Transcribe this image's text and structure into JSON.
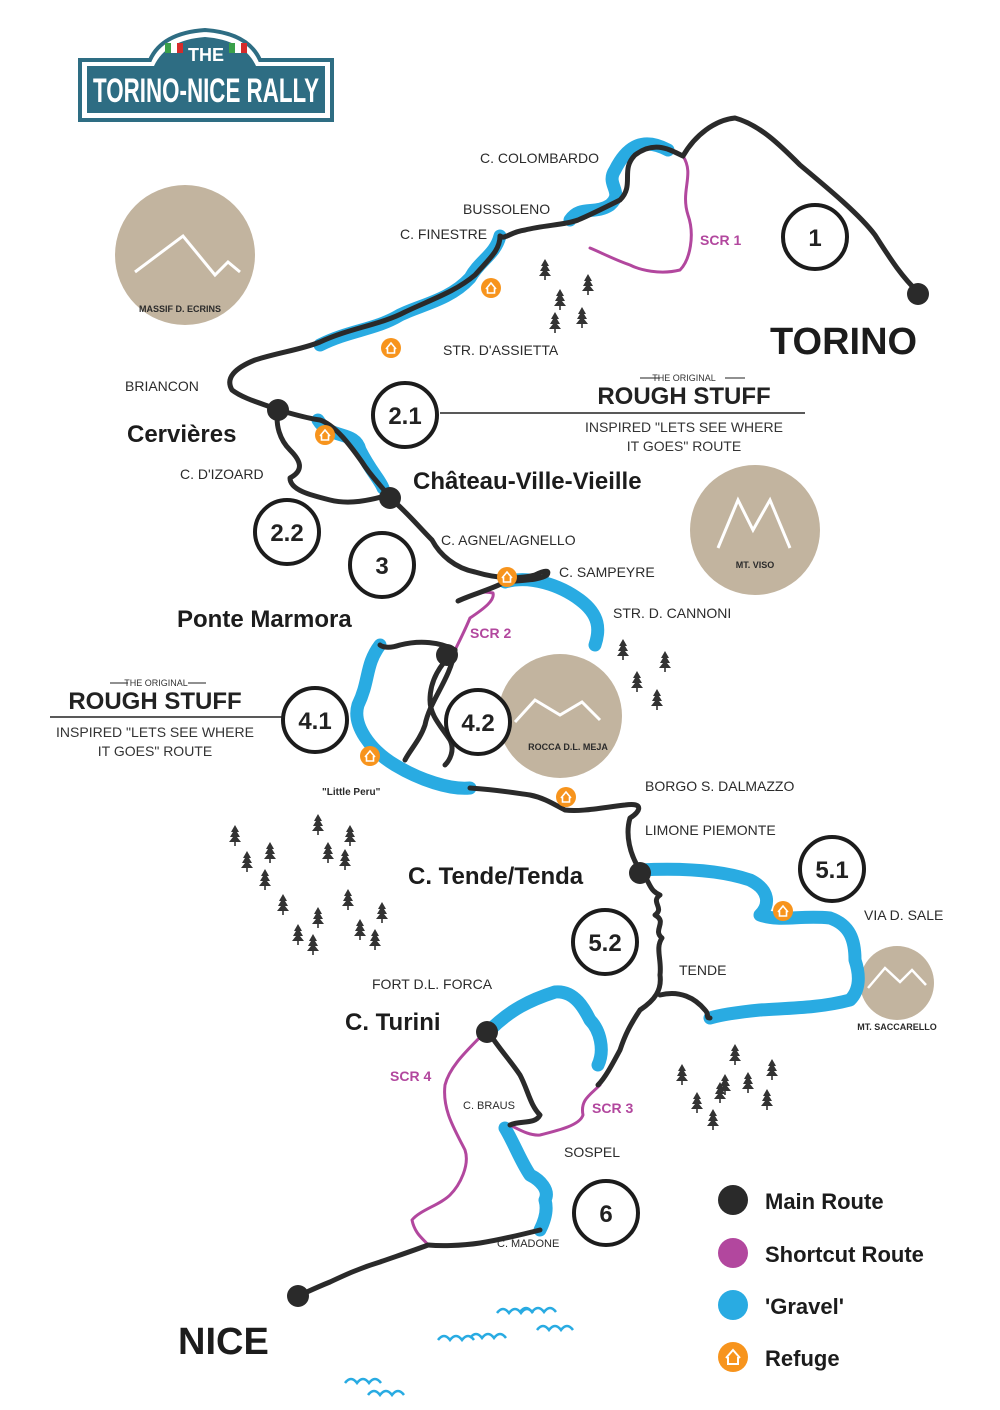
{
  "logo": {
    "line1": "THE",
    "line2": "TORINO-NICE RALLY",
    "color": "#2e6d83"
  },
  "colors": {
    "main": "#2a2a2a",
    "shortcut": "#b2479e",
    "gravel": "#29abe2",
    "refuge": "#f7941d",
    "mountain": "#c2b49f",
    "tree": "#333333",
    "sea": "#29abe2"
  },
  "cities": {
    "torino": "TORINO",
    "nice": "NICE"
  },
  "towns": {
    "cervieres": "Cervières",
    "chateau": "Château-Ville-Vieille",
    "ponte": "Ponte Marmora",
    "tende_pass": "C. Tende/Tenda",
    "turini": "C. Turini"
  },
  "places": {
    "colombardo": "C. COLOMBARDO",
    "bussoleno": "BUSSOLENO",
    "finestre": "C. FINESTRE",
    "assietta": "STR. D'ASSIETTA",
    "briancon": "BRIANCON",
    "izoard": "C. D'IZOARD",
    "agnel": "C. AGNEL/AGNELLO",
    "sampeyre": "C. SAMPEYRE",
    "cannoni": "STR. D. CANNONI",
    "borgo": "BORGO S. DALMAZZO",
    "limone": "LIMONE PIEMONTE",
    "via_sale": "VIA D. SALE",
    "tende": "TENDE",
    "forca": "FORT D.L. FORCA",
    "braus": "C. BRAUS",
    "sospel": "SOSPEL",
    "madone": "C. MADONE",
    "little_peru": "\"Little Peru\""
  },
  "shortcuts": {
    "scr1": "SCR 1",
    "scr2": "SCR 2",
    "scr3": "SCR 3",
    "scr4": "SCR 4"
  },
  "stages": {
    "s1": "1",
    "s21": "2.1",
    "s22": "2.2",
    "s3": "3",
    "s41": "4.1",
    "s42": "4.2",
    "s51": "5.1",
    "s52": "5.2",
    "s6": "6"
  },
  "mountains": {
    "ecrins": "MASSIF D. ECRINS",
    "viso": "MT. VISO",
    "meja": "ROCCA D.L. MEJA",
    "saccarello": "MT. SACCARELLO"
  },
  "rough_stuff": {
    "small": "THE ORIGINAL",
    "big": "ROUGH STUFF",
    "desc1": "INSPIRED \"LETS SEE WHERE",
    "desc2": "IT GOES\" ROUTE"
  },
  "legend": {
    "main": "Main Route",
    "shortcut": "Shortcut Route",
    "gravel": "'Gravel'",
    "refuge": "Refuge"
  }
}
